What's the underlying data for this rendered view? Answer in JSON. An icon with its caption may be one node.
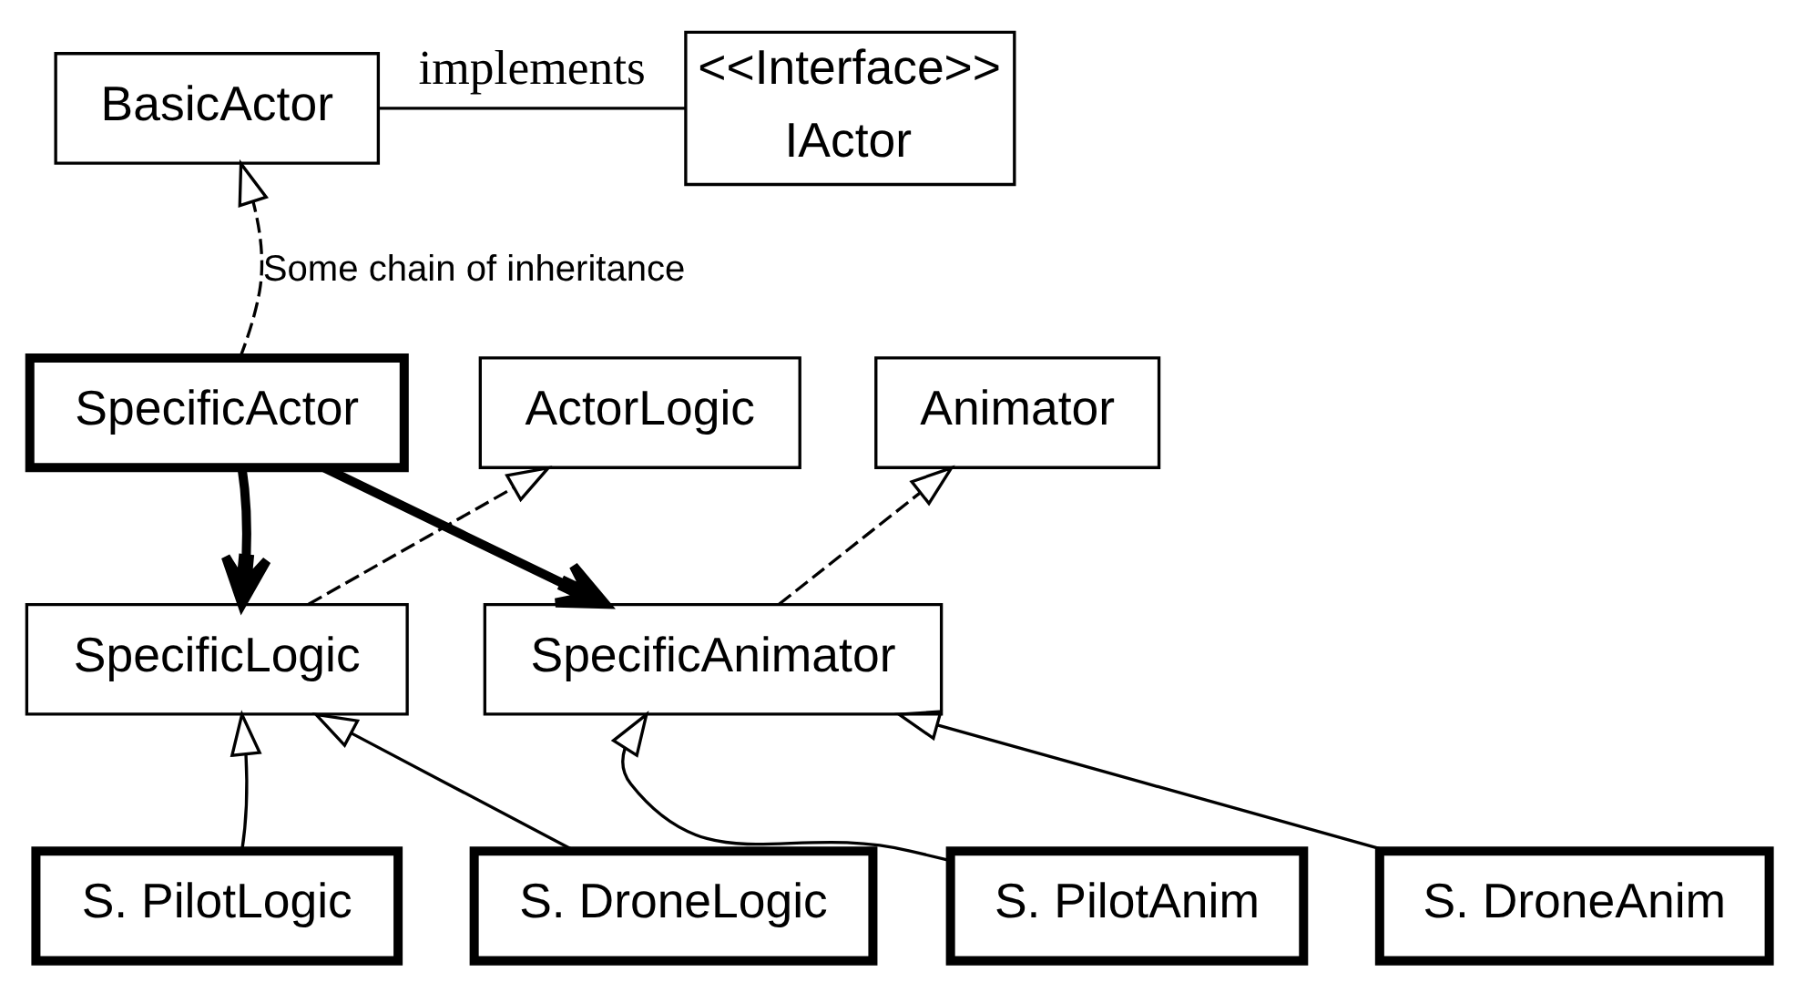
{
  "diagram": {
    "nodes": [
      {
        "text": [
          "BasicActor"
        ]
      },
      {
        "text": [
          "<<Interface>>",
          "IActor"
        ]
      },
      {
        "text": [
          "ActorLogic"
        ]
      },
      {
        "text": [
          "SpecificActor"
        ]
      },
      {
        "text": [
          "Animator"
        ]
      },
      {
        "text": [
          "SpecificLogic"
        ]
      },
      {
        "text": [
          "SpecificAnimator"
        ]
      },
      {
        "text": [
          "S. PilotLogic"
        ]
      },
      {
        "text": [
          "S. DroneLogic"
        ]
      },
      {
        "text": [
          "S. PilotAnim"
        ]
      },
      {
        "text": [
          "S. DroneAnim"
        ]
      }
    ],
    "edges": [
      {
        "from": 0,
        "to": 1,
        "arrow": "none",
        "label": "implements"
      },
      {
        "from": 3,
        "to": 0,
        "arrow": "to",
        "style": "dashed",
        "label": "Some chain of inheritance"
      },
      {
        "from": 5,
        "to": 2,
        "arrow": "to",
        "style": "dashed"
      },
      {
        "from": 3,
        "to": 5,
        "arrow": "to",
        "style": "thick"
      },
      {
        "from": 3,
        "to": 6,
        "arrow": "to",
        "style": "thick"
      },
      {
        "from": 6,
        "to": 4,
        "arrow": "to",
        "style": "dashed"
      },
      {
        "from": 7,
        "to": 5,
        "arrow": "to"
      },
      {
        "from": 8,
        "to": 5,
        "arrow": "to"
      },
      {
        "from": 9,
        "to": 6,
        "arrow": "to"
      },
      {
        "from": 10,
        "to": 6,
        "arrow": "to"
      }
    ]
  }
}
